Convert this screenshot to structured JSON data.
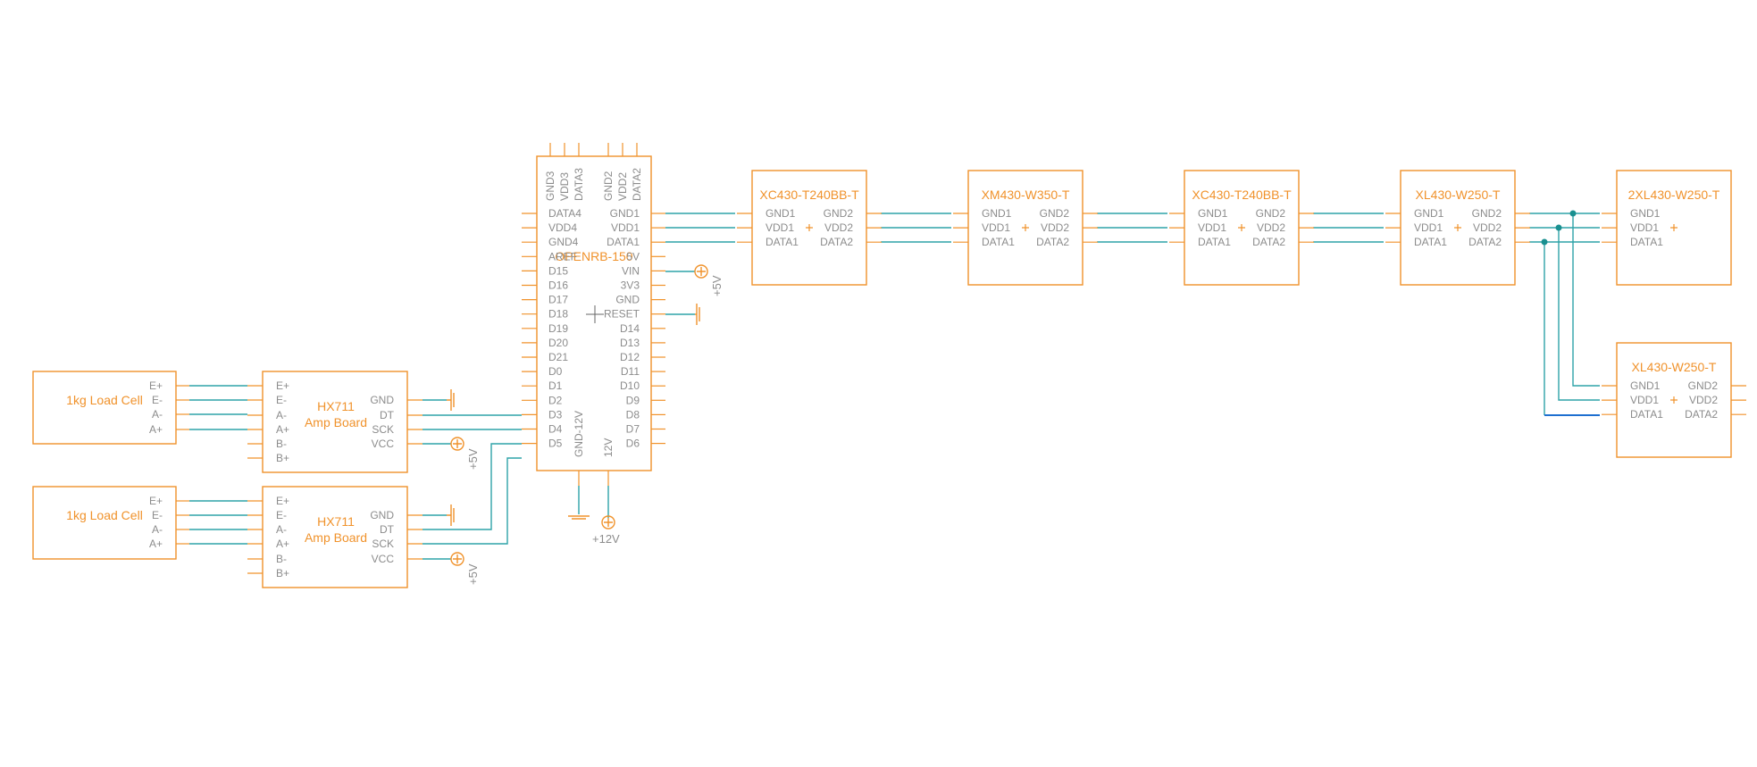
{
  "colors": {
    "part": "#f0922b",
    "wire": "#2ea3a8",
    "wire_selected": "#1e6fd0",
    "junction": "#1a9090",
    "pin_text": "#8c8c8c",
    "background": "#ffffff"
  },
  "load_cell_1": {
    "title": "1kg Load Cell",
    "pins": [
      "E+",
      "E-",
      "A-",
      "A+"
    ]
  },
  "load_cell_2": {
    "title": "1kg Load Cell",
    "pins": [
      "E+",
      "E-",
      "A-",
      "A+"
    ]
  },
  "hx711_1": {
    "title": [
      "HX711",
      "Amp Board"
    ],
    "left_pins": [
      "E+",
      "E-",
      "A-",
      "A+",
      "B-",
      "B+"
    ],
    "right_pins": [
      "GND",
      "DT",
      "SCK",
      "VCC"
    ]
  },
  "hx711_2": {
    "title": [
      "HX711",
      "Amp Board"
    ],
    "left_pins": [
      "E+",
      "E-",
      "A-",
      "A+",
      "B-",
      "B+"
    ],
    "right_pins": [
      "GND",
      "DT",
      "SCK",
      "VCC"
    ]
  },
  "openrb": {
    "title": "OPENRB-150",
    "top_pins": [
      "GND3",
      "VDD3",
      "DATA3",
      "GND2",
      "VDD2",
      "DATA2"
    ],
    "left_pins": [
      "DATA4",
      "VDD4",
      "GND4",
      "AREF",
      "D15",
      "D16",
      "D17",
      "D18",
      "D19",
      "D20",
      "D21",
      "D0",
      "D1",
      "D2",
      "D3",
      "D4",
      "D5"
    ],
    "right_pins": [
      "GND1",
      "VDD1",
      "DATA1",
      "5V",
      "VIN",
      "3V3",
      "GND",
      "RESET",
      "D14",
      "D13",
      "D12",
      "D11",
      "D10",
      "D9",
      "D8",
      "D7",
      "D6"
    ],
    "bottom_pins": [
      "GND-12V",
      "12V"
    ]
  },
  "servos": [
    {
      "title": "XC430-T240BB-T",
      "left_pins": [
        "GND1",
        "VDD1",
        "DATA1"
      ],
      "right_pins": [
        "GND2",
        "VDD2",
        "DATA2"
      ]
    },
    {
      "title": "XM430-W350-T",
      "left_pins": [
        "GND1",
        "VDD1",
        "DATA1"
      ],
      "right_pins": [
        "GND2",
        "VDD2",
        "DATA2"
      ]
    },
    {
      "title": "XC430-T240BB-T",
      "left_pins": [
        "GND1",
        "VDD1",
        "DATA1"
      ],
      "right_pins": [
        "GND2",
        "VDD2",
        "DATA2"
      ]
    },
    {
      "title": "XL430-W250-T",
      "left_pins": [
        "GND1",
        "VDD1",
        "DATA1"
      ],
      "right_pins": [
        "GND2",
        "VDD2",
        "DATA2"
      ]
    },
    {
      "title": "2XL430-W250-T",
      "left_pins": [
        "GND1",
        "VDD1",
        "DATA1"
      ],
      "right_pins": []
    },
    {
      "title": "XL430-W250-T",
      "left_pins": [
        "GND1",
        "VDD1",
        "DATA1"
      ],
      "right_pins": [
        "GND2",
        "VDD2",
        "DATA2"
      ]
    }
  ],
  "power_labels": {
    "plus5v": "+5V",
    "plus12v": "+12V"
  }
}
